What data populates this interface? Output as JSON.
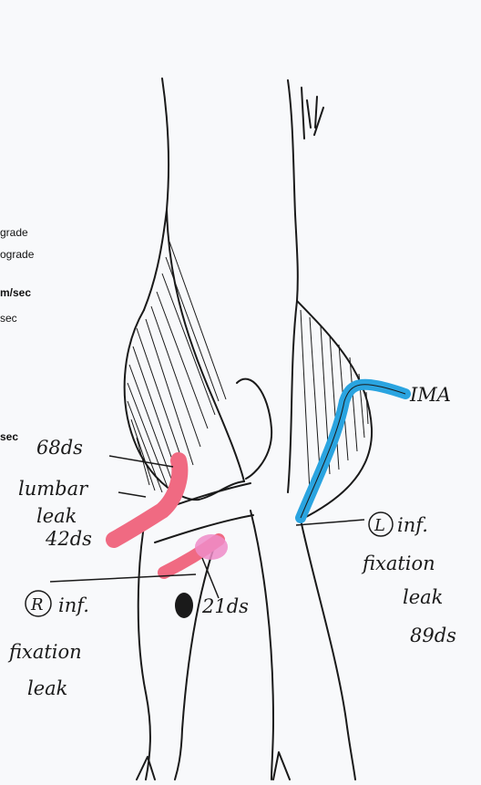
{
  "margin_fragments": [
    "grade",
    "ograde",
    "m/sec",
    "sec",
    "sec"
  ],
  "labels": {
    "ima": "IMA",
    "upper_value": "68ds",
    "lumbar_leak": [
      "lumbar",
      "leak",
      "42ds"
    ],
    "small_value": "21ds",
    "left_marker": "L",
    "left_leak": [
      "inf.",
      "fixation",
      "leak",
      "89ds"
    ],
    "right_marker": "R",
    "right_leak": [
      "inf.",
      "fixation",
      "leak"
    ]
  },
  "colors": {
    "ink": "#1a1a1a",
    "ima_vessel": "#2aa4e0",
    "lumbar_vessel": "#f06a82",
    "leak_spot": "#ef8cc8",
    "paper": "#f8f9fb"
  }
}
